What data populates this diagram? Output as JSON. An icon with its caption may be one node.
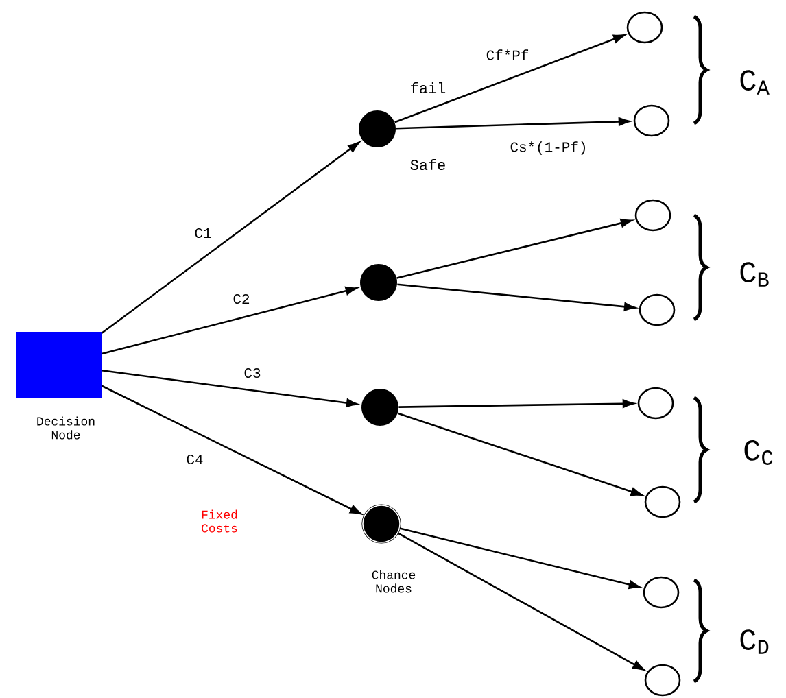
{
  "diagram": {
    "nodes": [
      {
        "text": [],
        "shape": "box",
        "beside": [
          "Decision Node"
        ]
      },
      {
        "text": [],
        "shape": "circle"
      },
      {
        "text": [],
        "shape": "circle"
      },
      {
        "text": [],
        "shape": "circle"
      },
      {
        "text": [],
        "shape": "circle",
        "beside": [
          "Chance Nodes"
        ]
      },
      {
        "text": [],
        "shape": "circle"
      },
      {
        "text": [],
        "shape": "circle"
      },
      {
        "text": [],
        "shape": "circle"
      },
      {
        "text": [],
        "shape": "circle"
      },
      {
        "text": [],
        "shape": "circle"
      },
      {
        "text": [],
        "shape": "circle"
      },
      {
        "text": [],
        "shape": "circle"
      },
      {
        "text": [],
        "shape": "circle"
      }
    ],
    "edges": [
      {
        "from": 0,
        "to": 1,
        "arrow": "to",
        "label": "C1"
      },
      {
        "from": 0,
        "to": 2,
        "arrow": "to",
        "label": "C2"
      },
      {
        "from": 0,
        "to": 3,
        "arrow": "to",
        "label": "C3"
      },
      {
        "from": 0,
        "to": 4,
        "arrow": "to",
        "label": "C4"
      },
      {
        "from": 1,
        "to": 5,
        "arrow": "to",
        "label": "Cf*Pf"
      },
      {
        "from": 1,
        "to": 6,
        "arrow": "to",
        "label": "Cs*(1-Pf)"
      },
      {
        "from": 2,
        "to": 7,
        "arrow": "to"
      },
      {
        "from": 2,
        "to": 8,
        "arrow": "to"
      },
      {
        "from": 3,
        "to": 9,
        "arrow": "to"
      },
      {
        "from": 3,
        "to": 10,
        "arrow": "to"
      },
      {
        "from": 4,
        "to": 11,
        "arrow": "to"
      },
      {
        "from": 4,
        "to": 12,
        "arrow": "to"
      }
    ],
    "labels": [
      "fail",
      "Safe",
      "C$_{A}$",
      "C$_{B}$",
      "Fixed Costs",
      "C$_{C}$",
      "C$_{D}$"
    ]
  }
}
